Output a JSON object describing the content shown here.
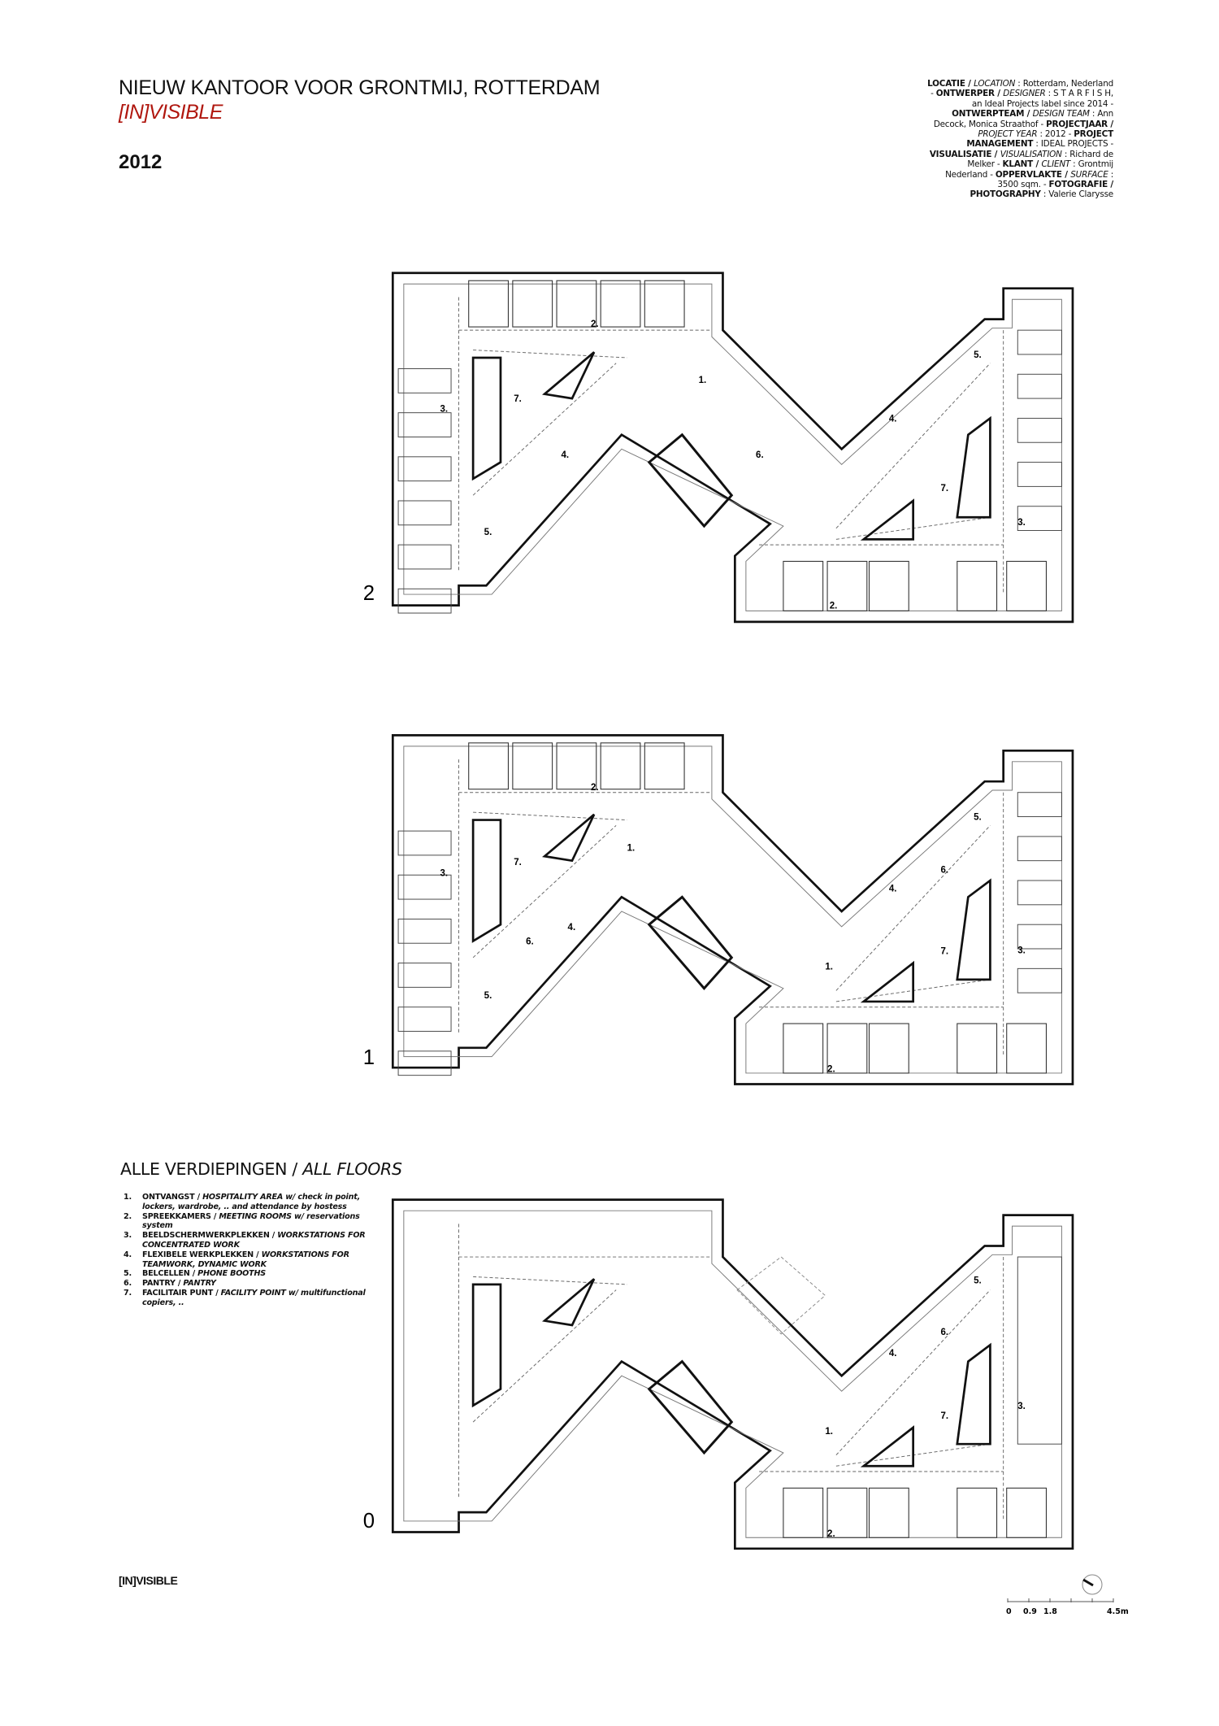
{
  "header": {
    "title": "NIEUW KANTOOR VOOR GRONTMIJ, ROTTERDAM",
    "subtitle": "[IN]VISIBLE",
    "year": "2012"
  },
  "credits": [
    {
      "t": "LOCATIE / ",
      "s": "b"
    },
    {
      "t": "LOCATION",
      "s": "i"
    },
    {
      "t": " : Rotterdam, Nederland - ",
      "s": ""
    },
    {
      "t": "ONTWERPER / ",
      "s": "b"
    },
    {
      "t": "DESIGNER",
      "s": "i"
    },
    {
      "t": " : S T A R F I S H, an Ideal Projects label since 2014 - ",
      "s": ""
    },
    {
      "t": "ONTWERPTEAM / ",
      "s": "b"
    },
    {
      "t": "DESIGN TEAM",
      "s": "i"
    },
    {
      "t": " : Ann Decock, Monica Straathof - ",
      "s": ""
    },
    {
      "t": "PROJECTJAAR / ",
      "s": "b"
    },
    {
      "t": "PROJECT YEAR",
      "s": "i"
    },
    {
      "t": " : 2012 - ",
      "s": ""
    },
    {
      "t": "PROJECT MANAGEMENT",
      "s": "b"
    },
    {
      "t": " : IDEAL PROJECTS - ",
      "s": ""
    },
    {
      "t": "VISUALISATIE / ",
      "s": "b"
    },
    {
      "t": "VISUALISATION",
      "s": "i"
    },
    {
      "t": " : Richard de Melker - ",
      "s": ""
    },
    {
      "t": "KLANT / ",
      "s": "b"
    },
    {
      "t": "CLIENT",
      "s": "i"
    },
    {
      "t": " : Grontmij Nederland - ",
      "s": ""
    },
    {
      "t": "OPPERVLAKTE / ",
      "s": "b"
    },
    {
      "t": "SURFACE",
      "s": "i"
    },
    {
      "t": " : 3500 sqm. - ",
      "s": ""
    },
    {
      "t": "FOTOGRAFIE / PHOTOGRAPHY",
      "s": "b"
    },
    {
      "t": " : Valerie Clarysse",
      "s": ""
    }
  ],
  "floors": [
    {
      "number": "2",
      "labels": [
        "2.",
        "1.",
        "7.",
        "3.",
        "4.",
        "4.",
        "5.",
        "6.",
        "7.",
        "3.",
        "5.",
        "2."
      ]
    },
    {
      "number": "1",
      "labels": [
        "2.",
        "1.",
        "7.",
        "3.",
        "6.",
        "4.",
        "5.",
        "4.",
        "6.",
        "7.",
        "1.",
        "3.",
        "5.",
        "2."
      ]
    },
    {
      "number": "0",
      "labels": [
        "5.",
        "6.",
        "4.",
        "7.",
        "3.",
        "1.",
        "2."
      ]
    }
  ],
  "legend": {
    "title_nl": "ALLE VERDIEPINGEN / ",
    "title_en": "ALL FLOORS",
    "items": [
      {
        "n": "1.",
        "nl": "ONTVANGST / ",
        "en": "HOSPITALITY AREA w/ check in point, lockers, wardrobe, .. and attendance by hostess"
      },
      {
        "n": "2.",
        "nl": "SPREEKKAMERS / ",
        "en": "MEETING ROOMS w/ reservations system"
      },
      {
        "n": "3.",
        "nl": "BEELDSCHERMWERKPLEKKEN / ",
        "en": "WORKSTATIONS FOR CONCENTRATED WORK"
      },
      {
        "n": "4.",
        "nl": "FLEXIBELE WERKPLEKKEN / ",
        "en": "WORKSTATIONS FOR TEAMWORK, DYNAMIC WORK"
      },
      {
        "n": "5.",
        "nl": "BELCELLEN / ",
        "en": "PHONE BOOTHS"
      },
      {
        "n": "6.",
        "nl": "PANTRY / ",
        "en": "PANTRY"
      },
      {
        "n": "7.",
        "nl": "FACILITAIR PUNT / ",
        "en": "FACILITY POINT w/ multifunctional copiers, .."
      }
    ]
  },
  "scale_bar": {
    "ticks": [
      "0",
      "0.9",
      "1.8",
      "4.5m"
    ]
  },
  "footer": {
    "label": "[IN]VISIBLE"
  },
  "colors": {
    "accent": "#b0170f",
    "ink": "#111111"
  },
  "icons": {
    "north_arrow": "compass-north-icon"
  }
}
